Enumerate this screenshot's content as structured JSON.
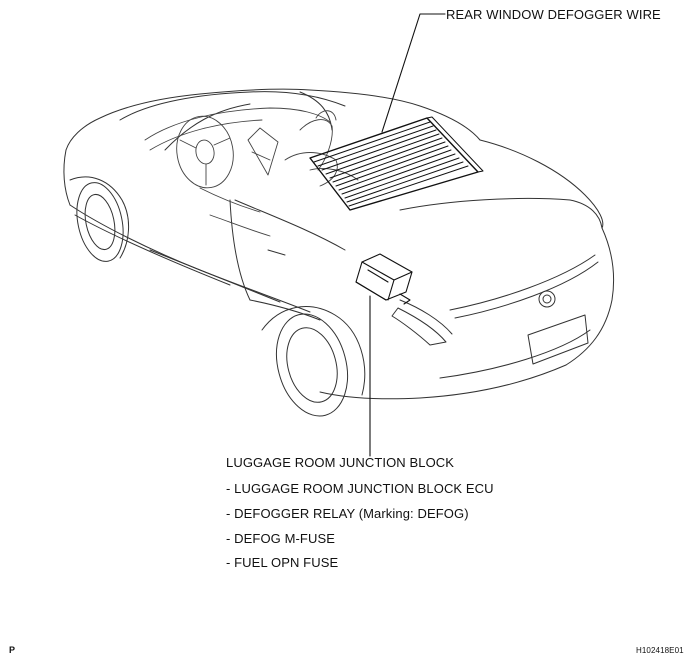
{
  "diagram": {
    "callouts": {
      "rear_window_defogger_wire": "REAR WINDOW DEFOGGER WIRE",
      "junction_block_title": "LUGGAGE ROOM JUNCTION BLOCK",
      "junction_block_items": [
        "- LUGGAGE ROOM JUNCTION BLOCK ECU",
        "- DEFOGGER RELAY (Marking: DEFOG)",
        "- DEFOG M-FUSE",
        "- FUEL OPN FUSE"
      ]
    },
    "figure_code": "H102418E01",
    "corner_mark": "P"
  }
}
